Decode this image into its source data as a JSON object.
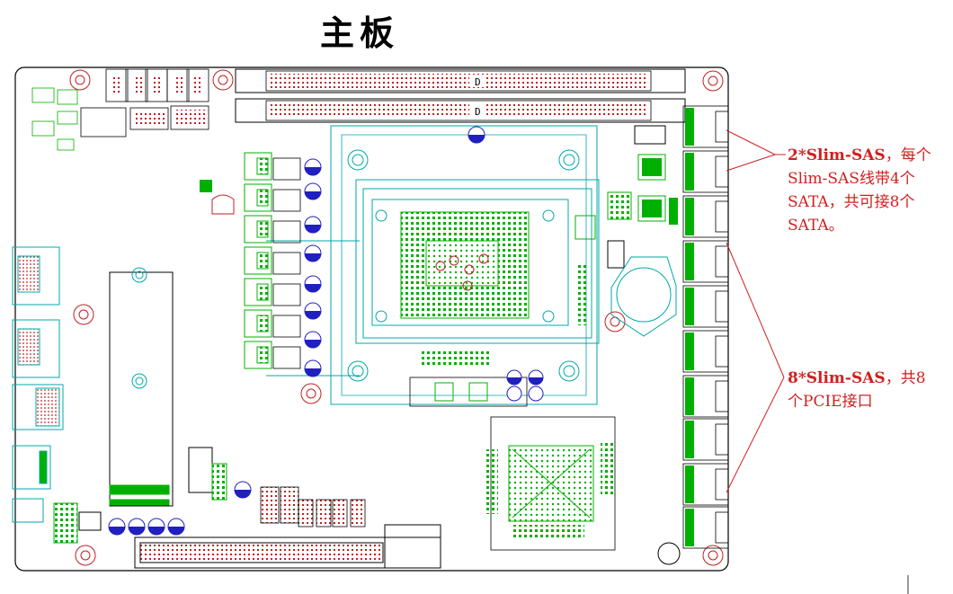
{
  "title": "主板",
  "labels": {
    "dimm_a": "D",
    "dimm_b": "D"
  },
  "annotations": {
    "sata_note": {
      "line1_bold": "2*Slim-SAS",
      "line1_rest": "，每个",
      "line2": "Slim-SAS线带4个",
      "line3": "SATA，共可接8个",
      "line4": "SATA。"
    },
    "pcie_note": {
      "line1_bold": "8*Slim-SAS",
      "line1_rest": "，共8",
      "line2": "个PCIE接口"
    }
  },
  "colors": {
    "outline": "#000000",
    "cyan": "#00a8a8",
    "green": "#00b000",
    "red": "#c02020",
    "blue": "#2020c0",
    "annotation": "#d02020"
  }
}
